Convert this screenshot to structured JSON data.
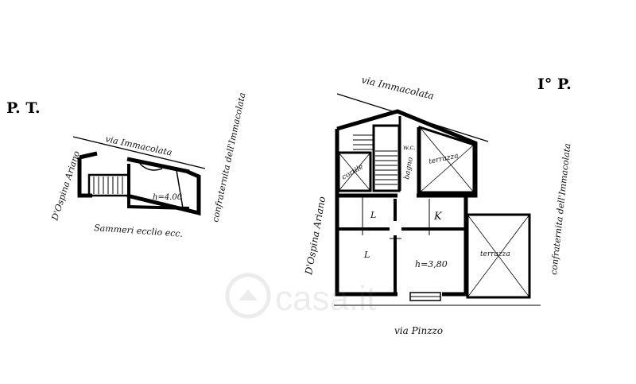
{
  "ground_floor": {
    "title": "P. T.",
    "street_top": "via Immacolata",
    "street_left": "D'Ospina Ariano",
    "street_right": "confraternita dell'Immacolata",
    "below_note": "Sammeri  ecclio  ecc.",
    "height_label": "h=4.00"
  },
  "first_floor": {
    "title": "I° P.",
    "street_top": "via Immacolata",
    "street_left": "D'Ospina Ariano",
    "street_right": "confraternita dell'Immacolata",
    "street_bottom": "via Pinzzo",
    "room_cortile": "cortile",
    "room_wc": "w.c.",
    "room_bagno": "bagno",
    "room_terrazza_top": "terrazza",
    "room_terrazza_right": "terrazza",
    "room_kitchen": "K",
    "room_l_top": "L",
    "room_l_bottom": "L",
    "height_label": "h=3,80"
  },
  "watermark": "casa.it"
}
